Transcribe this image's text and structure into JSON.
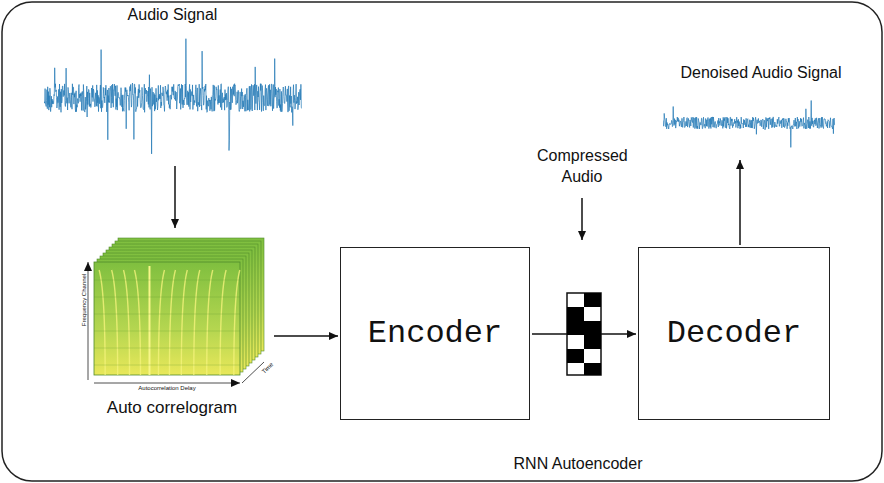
{
  "diagram": {
    "nodes": [
      {
        "text": [
          "Audio Signal"
        ]
      },
      {
        "text": [
          "Auto correlogram"
        ]
      },
      {
        "text": [
          "Encoder"
        ]
      },
      {
        "text": [
          "Decoder"
        ]
      },
      {
        "text": [
          "Denoised Audio Signal"
        ]
      }
    ],
    "edges": [
      {
        "from": 0,
        "to": 1,
        "arrow": "to"
      },
      {
        "from": 1,
        "to": 2,
        "arrow": "to"
      },
      {
        "from": 2,
        "to": 3,
        "arrow": "to"
      },
      {
        "from": 3,
        "to": 4,
        "arrow": "to"
      }
    ],
    "labels": [
      "Compressed Audio",
      "RNN Autoencoder",
      "Frequency Channel",
      "Autocorrelation Delay",
      "Time"
    ]
  }
}
